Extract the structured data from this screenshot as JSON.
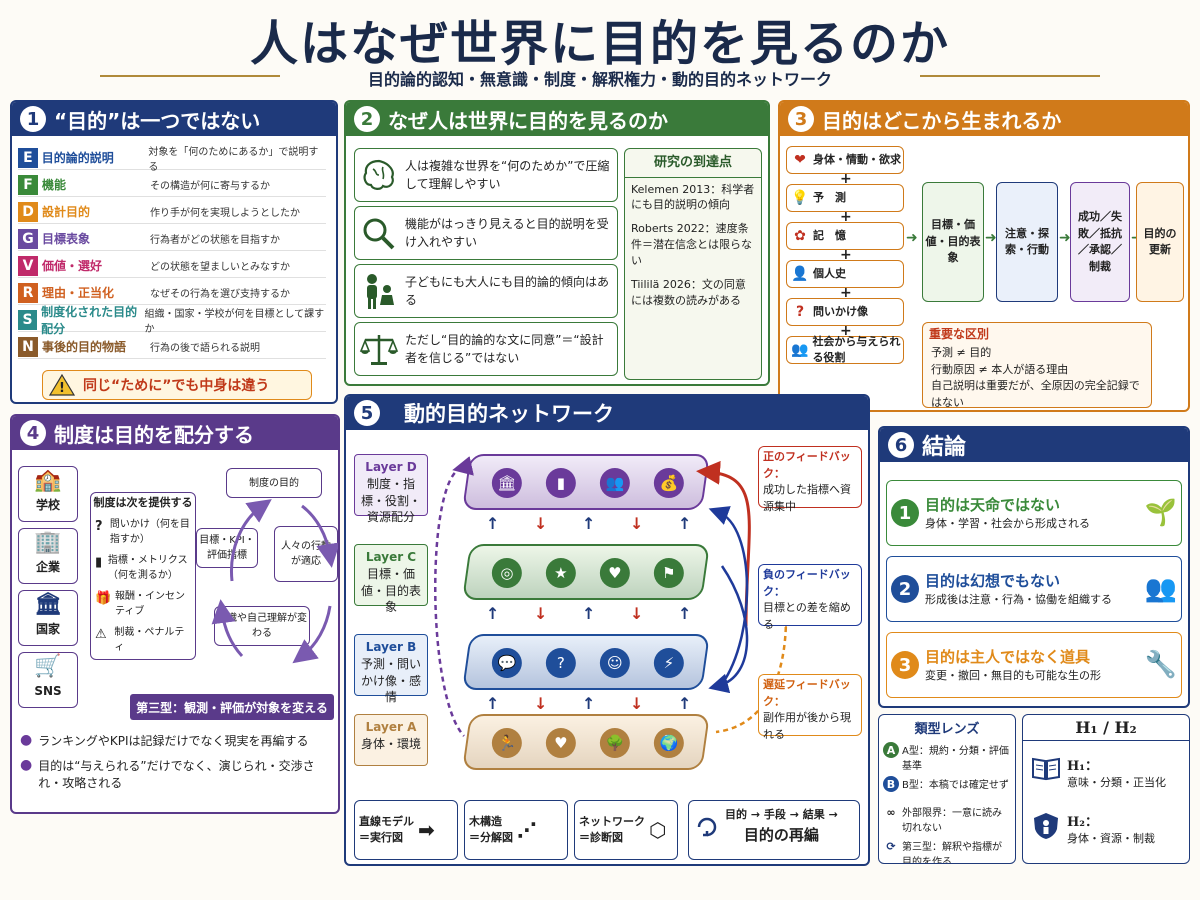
{
  "header": {
    "title": "人はなぜ世界に目的を見るのか",
    "subtitle": "目的論的認知・無意識・制度・解釈権力・動的目的ネットワーク"
  },
  "p1": {
    "num": "1",
    "title": "“目的”は一つではない",
    "rows": [
      {
        "letter": "E",
        "color": "#1f4e9a",
        "label": "目的論的説明",
        "desc": "対象を「何のためにあるか」で説明する"
      },
      {
        "letter": "F",
        "color": "#3a8a3a",
        "label": "機能",
        "desc": "その構造が何に寄与するか"
      },
      {
        "letter": "D",
        "color": "#e08a1a",
        "label": "設計目的",
        "desc": "作り手が何を実現しようとしたか"
      },
      {
        "letter": "G",
        "color": "#6a4aa0",
        "label": "目標表象",
        "desc": "行為者がどの状態を目指すか"
      },
      {
        "letter": "V",
        "color": "#c02a6a",
        "label": "価値・選好",
        "desc": "どの状態を望ましいとみなすか"
      },
      {
        "letter": "R",
        "color": "#d06020",
        "label": "理由・正当化",
        "desc": "なぜその行為を選び支持するか"
      },
      {
        "letter": "S",
        "color": "#2a8a8a",
        "label": "制度化された目的配分",
        "desc": "組織・国家・学校が何を目標として課すか"
      },
      {
        "letter": "N",
        "color": "#8a5a2a",
        "label": "事後的目的物語",
        "desc": "行為の後で語られる説明"
      }
    ],
    "warning": "同じ“ために”でも中身は違う"
  },
  "p2": {
    "num": "2",
    "title": "なぜ人は世界に目的を見るのか",
    "items": [
      {
        "icon": "brain-icon",
        "text": "人は複雑な世界を“何のためか”で圧縮して理解しやすい"
      },
      {
        "icon": "magnifier-icon",
        "text": "機能がはっきり見えると目的説明を受け入れやすい"
      },
      {
        "icon": "family-icon",
        "text": "子どもにも大人にも目的論的傾向はある"
      },
      {
        "icon": "scales-icon",
        "text": "ただし“目的論的な文に同意”＝“設計者を信じる”ではない"
      }
    ],
    "research_title": "研究の到達点",
    "research": [
      "Kelemen 2013：科学者にも目的説明の傾向",
      "Roberts 2022：速度条件＝潜在信念とは限らない",
      "Tiililä 2026：文の同意には複数の読みがある"
    ]
  },
  "p3": {
    "num": "3",
    "title": "目的はどこから生まれるか",
    "sources": [
      "身体・情動・欲求",
      "予　測",
      "記　憶",
      "個人史",
      "問いかけ像",
      "社会から与えられる役割"
    ],
    "plus": "+",
    "flow": [
      "目標・価値・目的表象",
      "注意・探索・行動",
      "成功／失敗／抵抗／承認／制裁",
      "目的の更新"
    ],
    "note_title": "重要な区別",
    "notes": [
      "予測 ≠ 目的",
      "行動原因 ≠ 本人が語る理由",
      "自己説明は重要だが、全原因の完全記録ではない"
    ]
  },
  "p4": {
    "num": "4",
    "title": "制度は目的を配分する",
    "institutions": [
      "学校",
      "企業",
      "国家",
      "SNS"
    ],
    "provides_title": "制度は次を提供する",
    "provides": [
      {
        "icon": "question-icon",
        "text": "問いかけ（何を目指すか）"
      },
      {
        "icon": "bar-chart-icon",
        "text": "指標・メトリクス（何を測るか）"
      },
      {
        "icon": "gift-icon",
        "text": "報酬・インセンティブ"
      },
      {
        "icon": "warning-icon",
        "text": "制裁・ペナルティ"
      }
    ],
    "cycle": [
      "制度の目的",
      "人々の行動が適応",
      "組織や自己理解が変わる",
      "目標・KPI・評価指標"
    ],
    "type3": "第三型：観測・評価が対象を変える",
    "bullets": [
      "ランキングやKPIは記録だけでなく現実を再編する",
      "目的は“与えられる”だけでなく、演じられ・交渉され・攻略される"
    ]
  },
  "p5": {
    "num": "5",
    "title": "動的目的ネットワーク",
    "layers": [
      {
        "name": "Layer D",
        "desc": "制度・指標・役割・資源配分"
      },
      {
        "name": "Layer C",
        "desc": "目標・価値・目的表象"
      },
      {
        "name": "Layer B",
        "desc": "予測・問いかけ像・感情"
      },
      {
        "name": "Layer A",
        "desc": "身体・環境"
      }
    ],
    "fb_pos_title": "正のフィードバック：",
    "fb_pos": "成功した指標へ資源集中",
    "fb_neg_title": "負のフィードバック：",
    "fb_neg": "目標との差を縮める",
    "fb_late_title": "遅延フィードバック：",
    "fb_late": "副作用が後から現れる",
    "models": [
      {
        "a": "直線モデル",
        "b": "＝実行図"
      },
      {
        "a": "木構造",
        "b": "＝分解図"
      },
      {
        "a": "ネットワーク",
        "b": "＝診断図"
      }
    ],
    "cycle_a": "目的 → 手段 → 結果 →",
    "cycle_b": "目的の再編"
  },
  "p6": {
    "num": "6",
    "title": "結論",
    "points": [
      {
        "n": "1",
        "head": "目的は天命ではない",
        "sub": "身体・学習・社会から形成される",
        "color": "#3a8a3a"
      },
      {
        "n": "2",
        "head": "目的は幻想でもない",
        "sub": "形成後は注意・行為・協働を組織する",
        "color": "#1f4e9a"
      },
      {
        "n": "3",
        "head": "目的は主人ではなく道具",
        "sub": "変更・撤回・無目的も可能な生の形",
        "color": "#e08a1a"
      }
    ]
  },
  "lens": {
    "title": "類型レンズ",
    "items": [
      {
        "mark": "A",
        "text": "A型：規約・分類・評価基準"
      },
      {
        "mark": "B",
        "text": "B型：本稿では確定せず"
      },
      {
        "mark": "∞",
        "text": "外部限界：一意に読み切れない"
      },
      {
        "mark": "⟳",
        "text": "第三型：解釈や指標が目的を作る"
      }
    ]
  },
  "h": {
    "title": "H₁ / H₂",
    "h1": "H₁：",
    "h1_desc": "意味・分類・正当化",
    "h2": "H₂：",
    "h2_desc": "身体・資源・制裁"
  },
  "colors": {
    "navy": "#1f3a7a",
    "green": "#3a7a3a",
    "orange": "#d07a1a",
    "purple": "#5a3a8a"
  }
}
